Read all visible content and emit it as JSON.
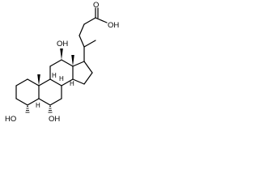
{
  "structure": {
    "substituents": {
      "ho_3": "HO",
      "oh_7": "OH",
      "oh_12": "OH",
      "acid_o": "O",
      "acid_oh": "OH"
    },
    "stereo_h": {
      "h5": "H",
      "h8": "H",
      "h9": "H",
      "h14": "H"
    }
  }
}
